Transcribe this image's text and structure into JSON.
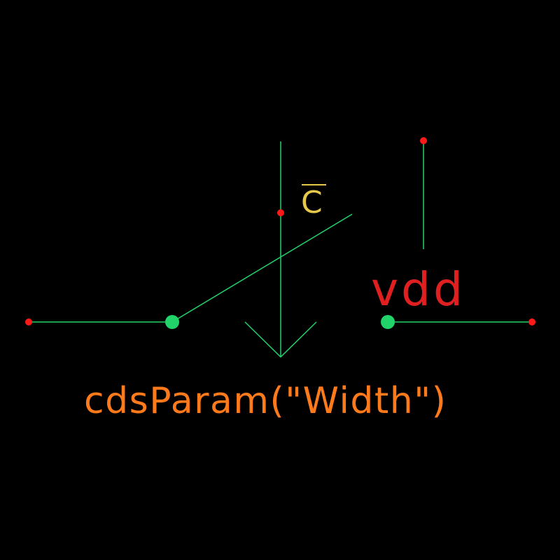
{
  "colors": {
    "background": "#000000",
    "wire": "#22d36a",
    "terminal_pin": "#ff1a1a",
    "contact_dot": "#22d36a",
    "control_label": "#e6c84a",
    "supply_label": "#e02020",
    "param_label": "#ff7a1a"
  },
  "labels": {
    "control": "C",
    "supply": "vdd",
    "parameter": "cdsParam(\"Width\")"
  },
  "control_overbar": true,
  "pins": [
    {
      "name": "left-terminal"
    },
    {
      "name": "right-terminal"
    },
    {
      "name": "control-terminal"
    },
    {
      "name": "supply-terminal"
    }
  ],
  "symbol": "switch-with-supply"
}
